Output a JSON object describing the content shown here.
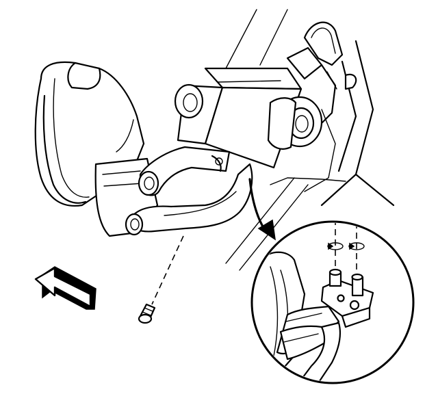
{
  "figure": {
    "kind": "line-drawing",
    "style": "monochrome technical service illustration",
    "colors": {
      "ink": "#000000",
      "paper": "#ffffff"
    },
    "parts": [
      "heater-core-pipes",
      "pipe-mounting-bracket",
      "pipe-clamp-block",
      "retaining-screw",
      "direction-arrow",
      "detail-callout-circle",
      "callout-arrow",
      "dashed-alignment-lines"
    ]
  }
}
